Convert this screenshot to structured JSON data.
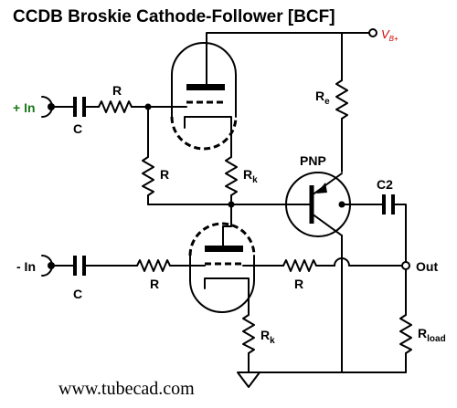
{
  "title": "CCDB Broskie Cathode-Follower [BCF]",
  "labels": {
    "plus_in": "+ In",
    "minus_in": "- In",
    "out": "Out",
    "vb_main": "V",
    "vb_sub": "B+",
    "pnp": "PNP",
    "c2": "C2",
    "c_top": "C",
    "c_bottom": "C",
    "r_top_input": "R",
    "r_top_grid": "R",
    "r_bottom_input": "R",
    "r_bottom_right": "R",
    "re_main": "R",
    "re_sub": "e",
    "rk_top_main": "R",
    "rk_top_sub": "k",
    "rk_bottom_main": "R",
    "rk_bottom_sub": "k",
    "rload_main": "R",
    "rload_sub": "load"
  },
  "website": "www.tubecad.com",
  "colors": {
    "plus_in": "#1a7a1a",
    "vb": "#d40000",
    "ink": "#000000"
  }
}
